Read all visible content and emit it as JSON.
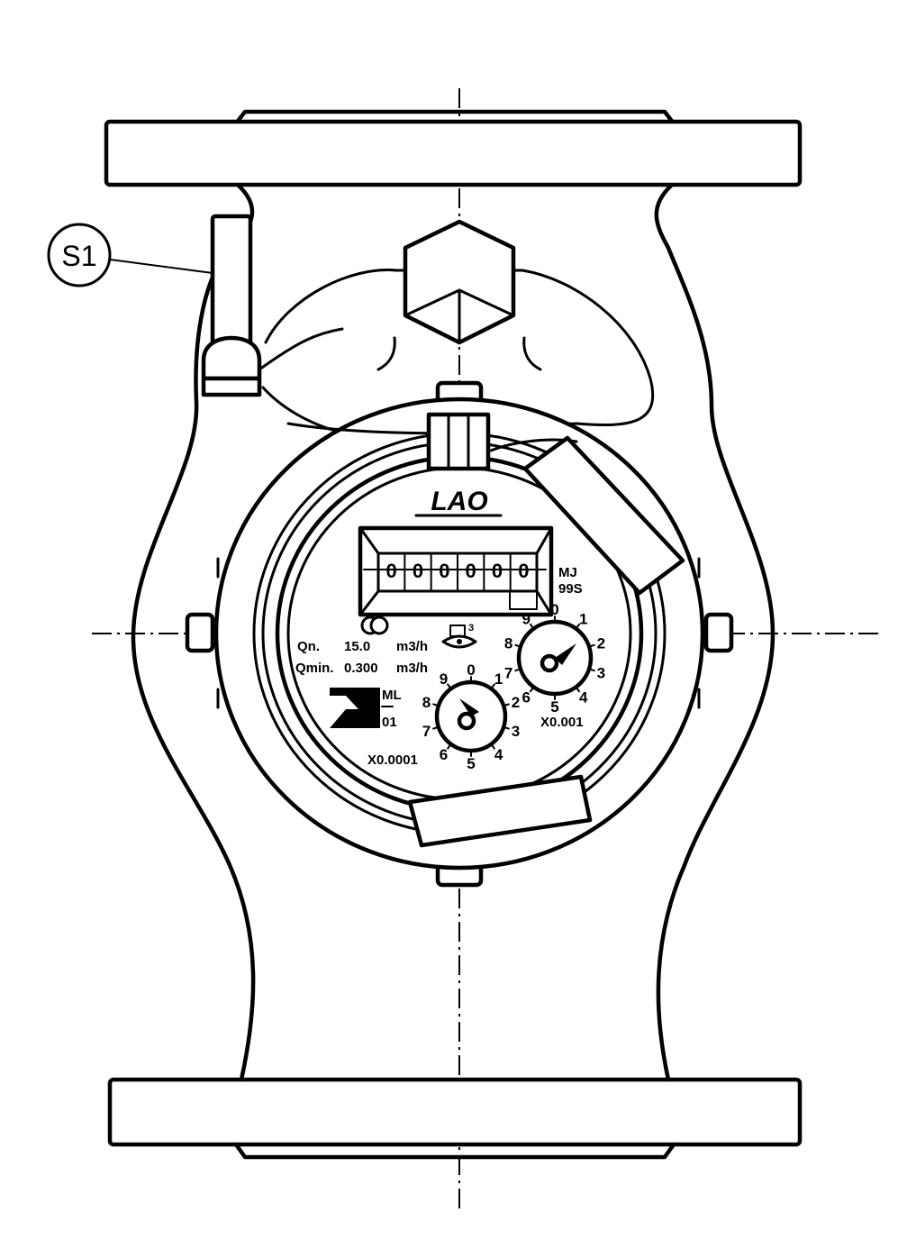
{
  "callout": {
    "label": "S1"
  },
  "brand": {
    "logo_text": "LAO"
  },
  "register": {
    "digits": [
      "0",
      "0",
      "0",
      "0",
      "0",
      "0"
    ],
    "unit_line1": "MJ",
    "unit_line2": "99S"
  },
  "specs": {
    "qn_label": "Qn.",
    "qn_value": "15.0",
    "qn_unit": "m3/h",
    "qmin_label": "Qmin.",
    "qmin_value": "0.300",
    "qmin_unit": "m3/h"
  },
  "class_mark": {
    "line1": "ML",
    "line2": "01"
  },
  "dial_large": {
    "multiplier": "X0.001",
    "numbers": [
      "0",
      "1",
      "2",
      "3",
      "4",
      "5",
      "6",
      "7",
      "8",
      "9"
    ]
  },
  "dial_small": {
    "multiplier": "X0.0001",
    "numbers": [
      "0",
      "1",
      "2",
      "3",
      "4",
      "5",
      "6",
      "7",
      "8",
      "9"
    ]
  },
  "icons": [
    "calibration-mark-icon",
    "eye-symbol-icon",
    "cubic-meter-symbol-icon",
    "approval-mark-icon"
  ]
}
